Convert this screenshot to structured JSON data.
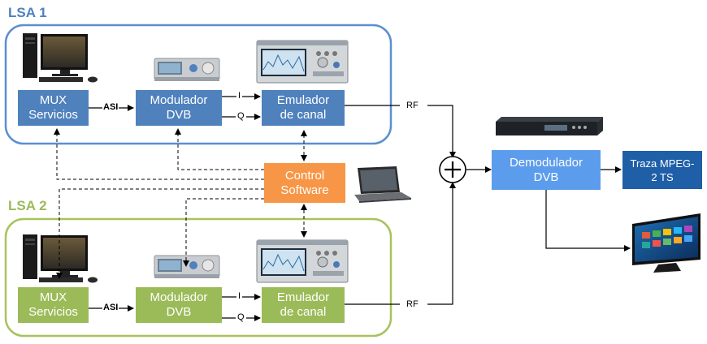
{
  "lsa1": {
    "title": "LSA 1",
    "mux": [
      "MUX",
      "Servicios"
    ],
    "modulator": [
      "Modulador",
      "DVB"
    ],
    "emulator": [
      "Emulador",
      "de canal"
    ],
    "asi": "ASI",
    "i": "I",
    "q": "Q",
    "rf": "RF"
  },
  "lsa2": {
    "title": "LSA 2",
    "mux": [
      "MUX",
      "Servicios"
    ],
    "modulator": [
      "Modulador",
      "DVB"
    ],
    "emulator": [
      "Emulador",
      "de canal"
    ],
    "asi": "ASI",
    "i": "I",
    "q": "Q",
    "rf": "RF"
  },
  "control": [
    "Control",
    "Software"
  ],
  "demodulator": [
    "Demodulador",
    "DVB"
  ],
  "trace": [
    "Traza MPEG-",
    "2 TS"
  ],
  "colors": {
    "lsa1": "#5b8fd0",
    "lsa1_title": "#4f81bd",
    "lsa2": "#a9c25d",
    "lsa2_title": "#9bbb59",
    "block_blue": "#4f81bd",
    "block_green": "#9bbb59",
    "control": "#f79646",
    "demod": "#5c9ced",
    "trace": "#1f5fa8"
  }
}
